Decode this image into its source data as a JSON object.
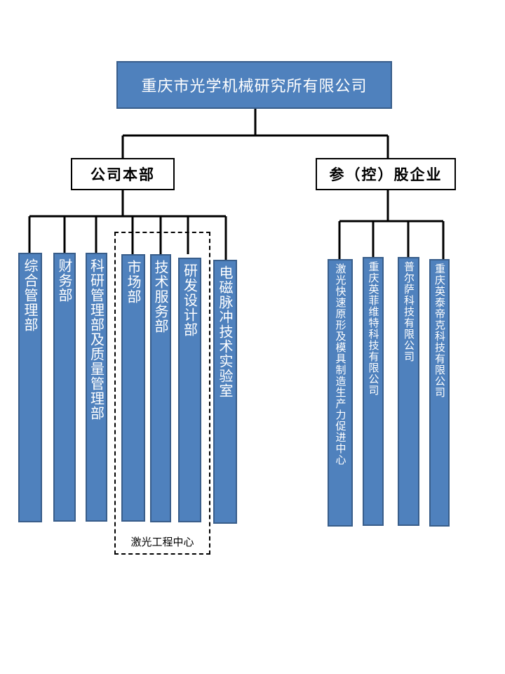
{
  "org": {
    "root": "重庆市光学机械研究所有限公司",
    "group_hq": "公司本部",
    "group_affiliates": "参（控）股企业",
    "hq_departments": [
      "综合管理部",
      "财务部",
      "科研管理部及质量管理部",
      "市场部",
      "技术服务部",
      "研发设计部",
      "电磁脉冲技术实验室"
    ],
    "center_label": "激光工程中心",
    "affiliates": [
      "激光快速原形及模具制造生产力促进中心",
      "重庆英菲维特科技有限公司",
      "普尔萨科技有限公司",
      "重庆英泰帝克科技有限公司"
    ]
  },
  "colors": {
    "box_fill": "#4f81bd",
    "box_border": "#385d8a",
    "line": "#000000"
  }
}
